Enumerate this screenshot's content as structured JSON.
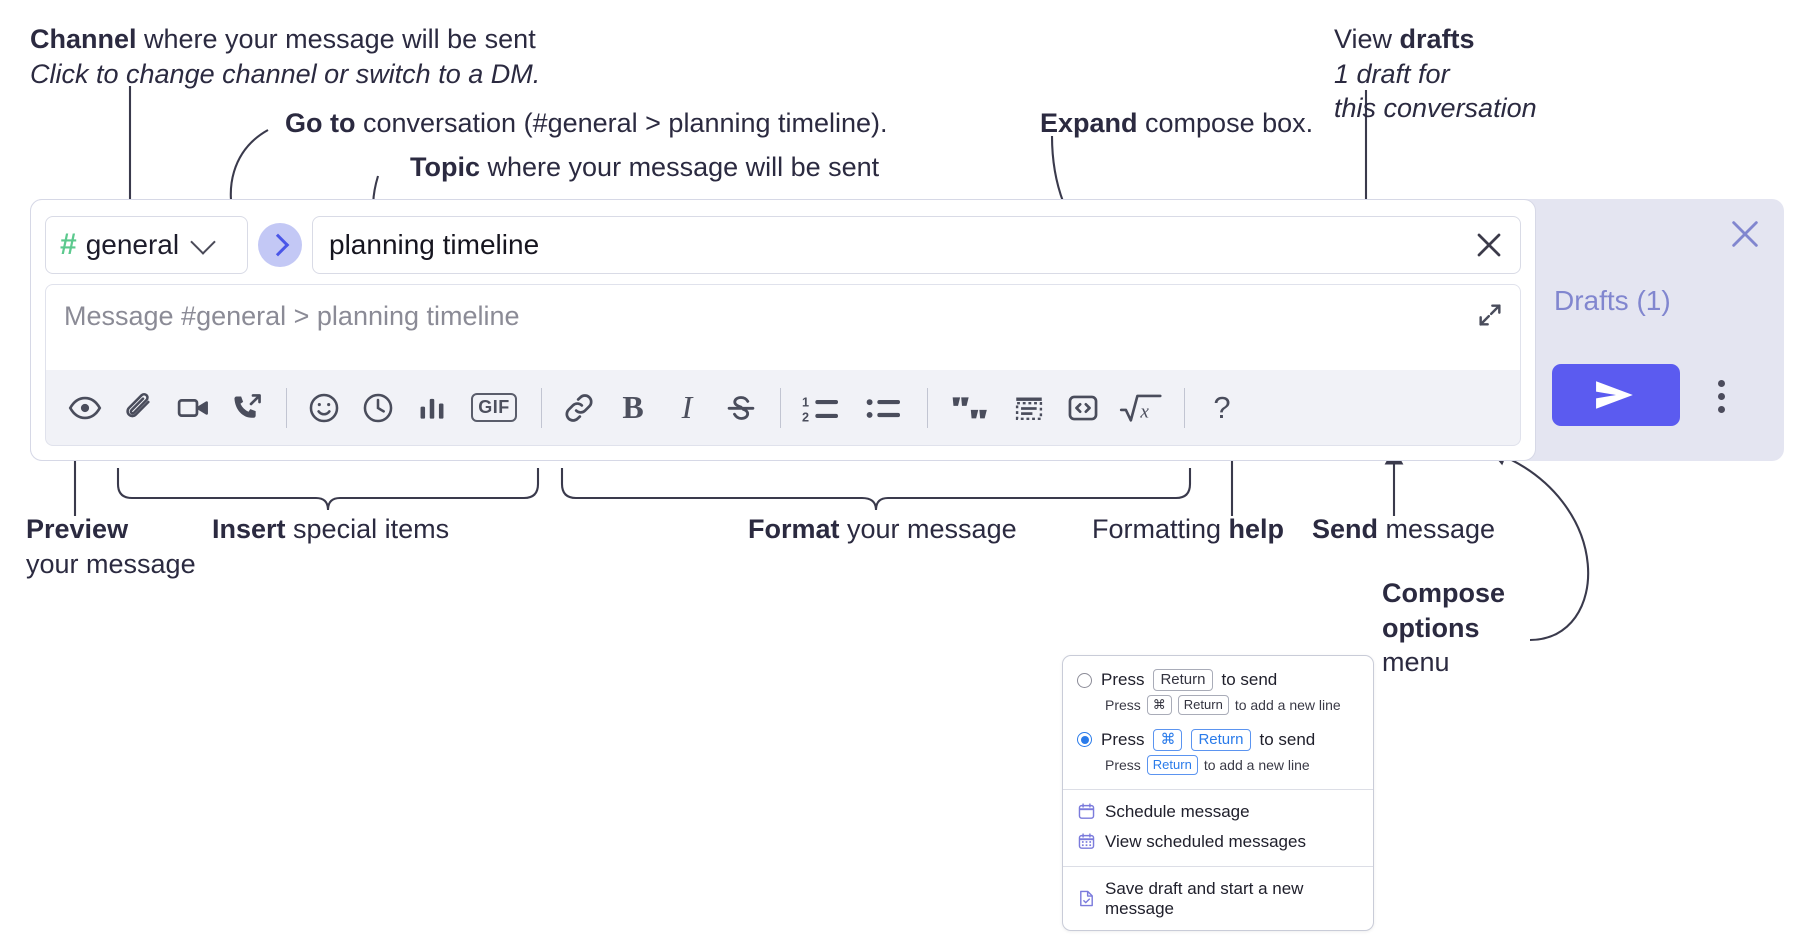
{
  "annotations": {
    "channel": {
      "bold": "Channel",
      "rest": " where your message will be sent",
      "sub": "Click to change channel or switch to a DM."
    },
    "goto": {
      "bold": "Go to",
      "rest": " conversation (#general > planning timeline)."
    },
    "topic": {
      "bold": "Topic",
      "rest": " where your message will be sent"
    },
    "expand": {
      "bold": "Expand",
      "rest": " compose box."
    },
    "drafts": {
      "bold_lead": "View ",
      "bold": "drafts",
      "sub1": "1 draft for",
      "sub2": "this conversation"
    },
    "preview": {
      "bold": "Preview",
      "sub": "your message"
    },
    "insert": {
      "bold": "Insert",
      "rest": " special items"
    },
    "format": {
      "bold": "Format",
      "rest": " your message"
    },
    "help": {
      "lead": "Formatting ",
      "bold": "help"
    },
    "send": {
      "bold": "Send",
      "rest": " message"
    },
    "compose_options": {
      "bold1": "Compose",
      "bold2": "options",
      "rest": "menu"
    }
  },
  "compose": {
    "channel_chip": {
      "hash": "#",
      "name": "general",
      "chevron": "chevron-down-icon"
    },
    "goto_button_label": "go-to-conversation",
    "topic_value": "planning timeline",
    "topic_clear_label": "clear-topic",
    "message_placeholder": "Message #general > planning timeline",
    "expand_label": "expand-compose-box",
    "toolbar": [
      {
        "name": "preview-icon",
        "label": "Preview"
      },
      {
        "name": "attachment-icon",
        "label": "Attach file"
      },
      {
        "name": "video-icon",
        "label": "Record video clip"
      },
      {
        "name": "huddle-icon",
        "label": "Start huddle"
      },
      {
        "name": "separator-1",
        "label": ""
      },
      {
        "name": "emoji-icon",
        "label": "Emoji"
      },
      {
        "name": "clock-icon",
        "label": "Schedule"
      },
      {
        "name": "poll-icon",
        "label": "Poll"
      },
      {
        "name": "gif-icon",
        "label": "GIF"
      },
      {
        "name": "separator-2",
        "label": ""
      },
      {
        "name": "link-icon",
        "label": "Link"
      },
      {
        "name": "bold-icon",
        "label": "B"
      },
      {
        "name": "italic-icon",
        "label": "I"
      },
      {
        "name": "strikethrough-icon",
        "label": "Strikethrough"
      },
      {
        "name": "separator-3",
        "label": ""
      },
      {
        "name": "ordered-list-icon",
        "label": "Ordered list"
      },
      {
        "name": "bulleted-list-icon",
        "label": "Bulleted list"
      },
      {
        "name": "separator-4",
        "label": ""
      },
      {
        "name": "blockquote-icon",
        "label": "Blockquote"
      },
      {
        "name": "code-block-icon",
        "label": "Code block"
      },
      {
        "name": "inline-code-icon",
        "label": "Code"
      },
      {
        "name": "math-icon",
        "label": "Math"
      },
      {
        "name": "separator-5",
        "label": ""
      },
      {
        "name": "formatting-help-icon",
        "label": "?"
      }
    ],
    "drafts_link": "Drafts (1)",
    "send_label": "send-message",
    "kebab_label": "compose-options",
    "panel_close_label": "close-compose"
  },
  "menu": {
    "option_1": {
      "selected": false,
      "pre": "Press",
      "key": "Return",
      "post": "to send",
      "sub_pre": "Press",
      "sub_key1": "⌘",
      "sub_key2": "Return",
      "sub_post": "to add a new line"
    },
    "option_2": {
      "selected": true,
      "pre": "Press",
      "key1": "⌘",
      "key2": "Return",
      "post": "to send",
      "sub_pre": "Press",
      "sub_key": "Return",
      "sub_post": "to add a new line"
    },
    "items": [
      {
        "icon": "calendar-icon",
        "label": "Schedule message"
      },
      {
        "icon": "calendar-grid-icon",
        "label": "View scheduled messages"
      },
      {
        "icon": "save-draft-icon",
        "label": "Save draft and start a new message"
      }
    ]
  },
  "colors": {
    "accent_purple": "#5b5bf0",
    "panel_bg": "#e4e5f1",
    "hash_green": "#5cc98e",
    "goto_blue": "#4a56e8",
    "drafts_purple": "#8186cf",
    "key_blue": "#2a7bea",
    "ink": "#2b2a40"
  }
}
